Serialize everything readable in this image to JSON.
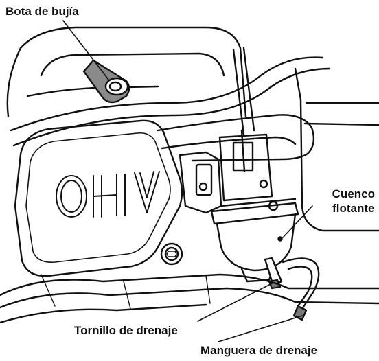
{
  "labels": {
    "spark_plug_boot": "Bota de bujía",
    "float_bowl_line1": "Cuenco",
    "float_bowl_line2": "flotante",
    "drain_screw": "Tornillo de drenaje",
    "drain_hose": "Manguera de drenaje"
  },
  "engine_cover_text": "OHV",
  "colors": {
    "line": "#111111",
    "fill": "#ffffff",
    "boot": "#8a8a8a",
    "hose_tip": "#777777"
  }
}
